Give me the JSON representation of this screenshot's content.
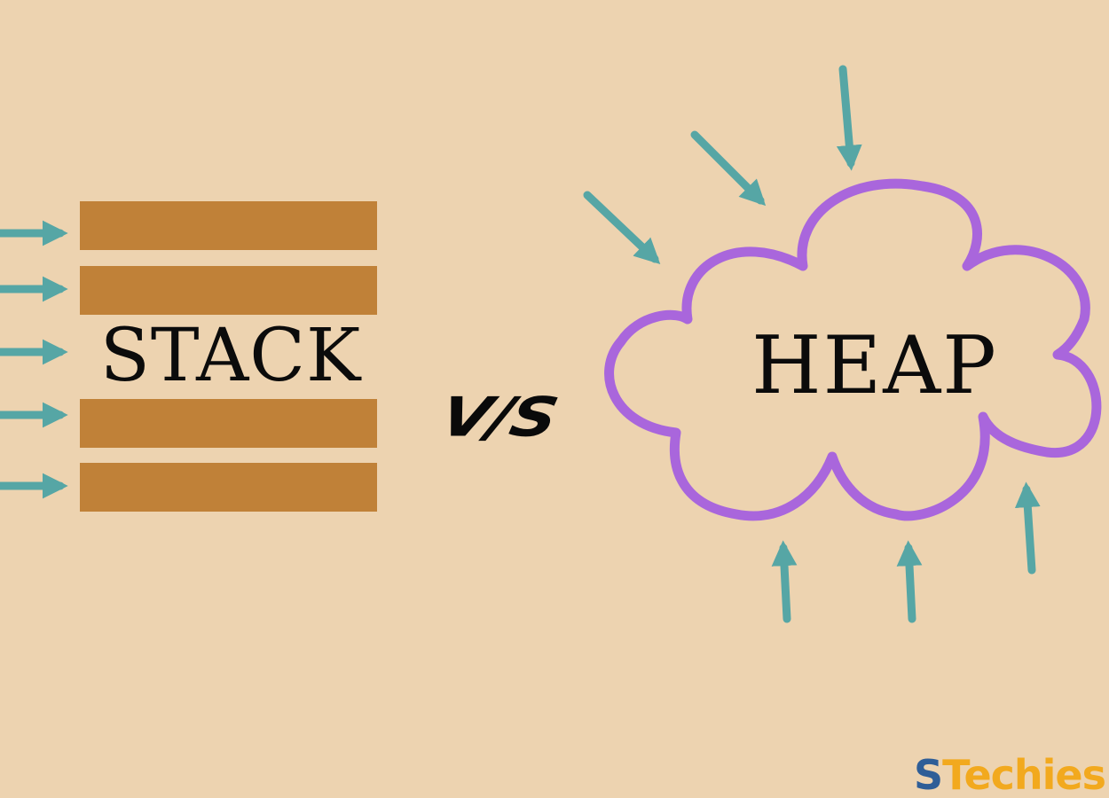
{
  "stack": {
    "label": "STACK",
    "block_color": "#c08138",
    "block_count": 4
  },
  "versus": {
    "label": "V/S"
  },
  "heap": {
    "label": "HEAP",
    "cloud_color": "#a966dc"
  },
  "arrow_color": "#56a6a5",
  "background_color": "#edd3b0",
  "logo": {
    "first": "S",
    "rest": "Techies",
    "first_color": "#2f5e97",
    "rest_color": "#f2a91e"
  }
}
